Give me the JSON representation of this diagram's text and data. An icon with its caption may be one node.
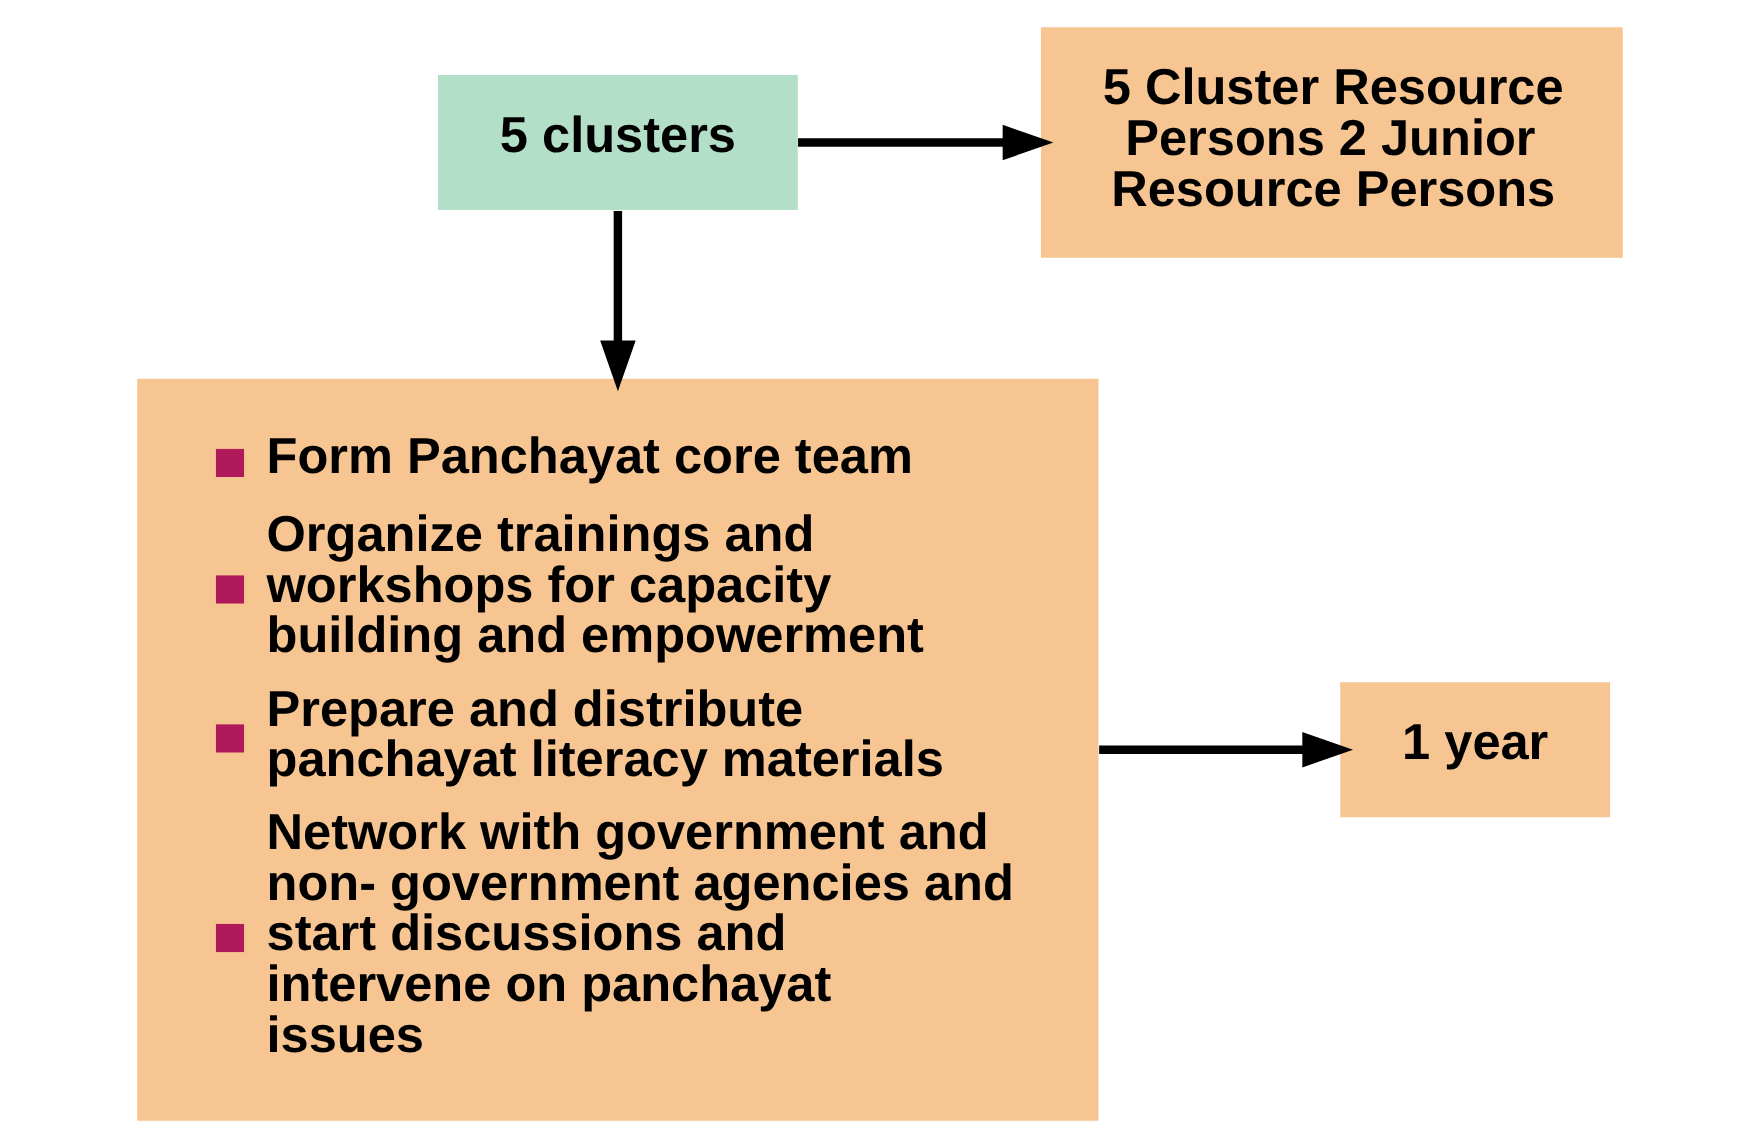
{
  "diagram": {
    "nodes": [
      {
        "text": [
          "5 clusters"
        ]
      },
      {
        "text": [
          "5 Cluster Resource Persons 2 Junior Resource Persons"
        ]
      },
      {
        "text": [
          "Form Panchayat core team",
          "Organize trainings and workshops for capacity building and empowerment",
          "Prepare and distribute panchayat literacy materials",
          "Network with government and non- government agencies and start discussions and intervene on panchayat issues"
        ]
      },
      {
        "text": [
          "1 year"
        ]
      }
    ],
    "edges": [
      {
        "from": 0,
        "to": 1,
        "arrow": "to"
      },
      {
        "from": 0,
        "to": 2,
        "arrow": "to"
      },
      {
        "from": 2,
        "to": 3,
        "arrow": "to"
      }
    ]
  }
}
